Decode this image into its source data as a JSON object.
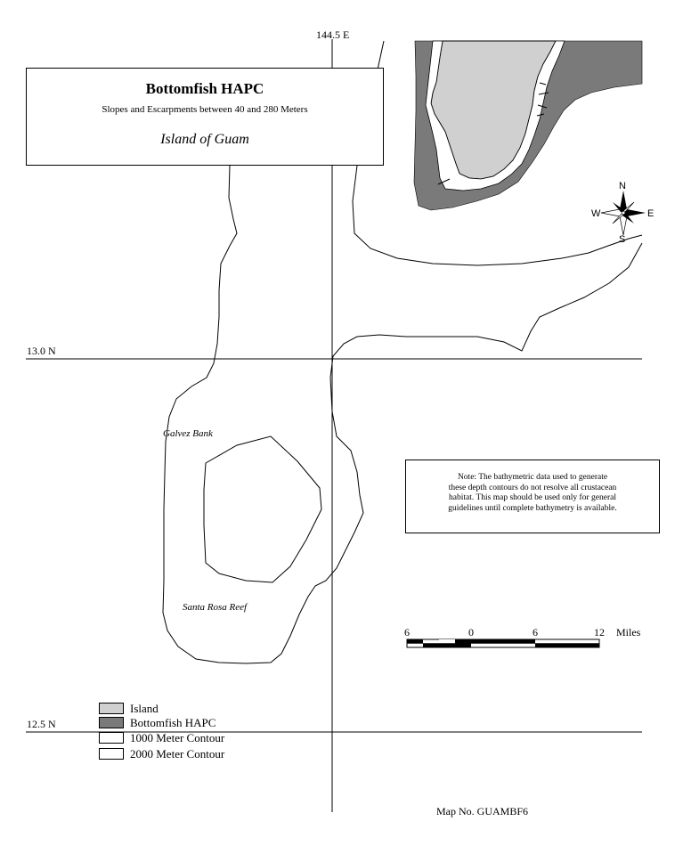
{
  "title": {
    "main": "Bottomfish HAPC",
    "subtitle": "Slopes and Escarpments between 40 and 280 Meters",
    "region": "Island of Guam"
  },
  "grid_labels": {
    "longitude": "144.5 E",
    "lat_13": "13.0 N",
    "lat_12_5": "12.5 N"
  },
  "place_labels": {
    "galvez": "Galvez Bank",
    "santa_rosa": "Santa Rosa Reef"
  },
  "note": {
    "line1": "Note: The bathymetric data used to generate",
    "line2": "these depth contours do not resolve all crustacean",
    "line3": "habitat. This map should be used only for general",
    "line4": "guidelines until complete bathymetry is available."
  },
  "scale_bar": {
    "labels": [
      "6",
      "0",
      "6",
      "12"
    ],
    "unit": "Miles"
  },
  "compass": {
    "n": "N",
    "s": "S",
    "e": "E",
    "w": "W"
  },
  "legend": {
    "items": [
      {
        "label": "Island",
        "color": "#d0d0d0"
      },
      {
        "label": "Bottomfish HAPC",
        "color": "#7a7a7a"
      },
      {
        "label": "1000 Meter Contour",
        "color": "#ffffff"
      },
      {
        "label": "2000 Meter Contour",
        "color": "#ffffff"
      }
    ]
  },
  "map_number": "Map No. GUAMBF6"
}
